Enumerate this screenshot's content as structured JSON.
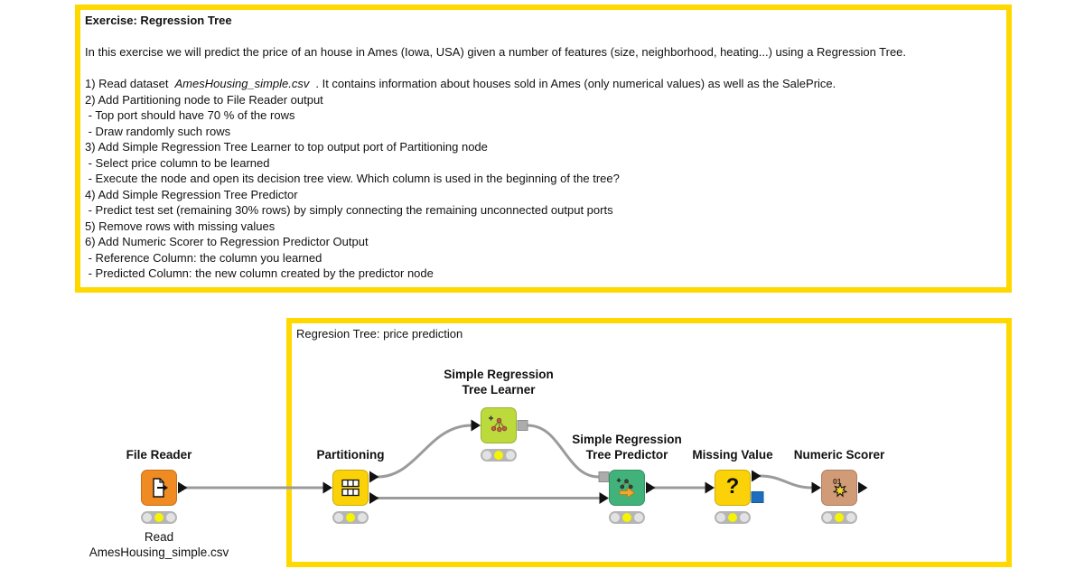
{
  "instructions": {
    "title": "Exercise: Regression Tree",
    "intro": "In this exercise we will predict the price of an house in Ames (Iowa, USA) given a number of features (size, neighborhood, heating...) using a Regression Tree.",
    "dataset_line": {
      "prefix": "1) Read dataset",
      "filename": "AmesHousing_simple.csv",
      "suffix": ". It contains information about houses sold in Ames (only numerical values) as well as the SalePrice."
    },
    "steps": [
      "2) Add Partitioning node to File Reader output",
      " - Top port should have 70 % of the rows",
      " - Draw randomly such rows",
      "3) Add Simple Regression Tree Learner to top output port of Partitioning node",
      " - Select price column to be learned",
      " - Execute the node and open its decision tree view. Which column is used in the beginning of the tree?",
      "4) Add Simple Regression Tree Predictor",
      " - Predict test set (remaining 30% rows) by simply connecting the remaining unconnected output ports",
      "5) Remove rows with missing values",
      "6) Add Numeric Scorer to Regression Predictor Output",
      " - Reference Column: the column you learned",
      " - Predicted Column: the new column created by the predictor node"
    ]
  },
  "workflow": {
    "annotation_label": "Regresion Tree: price prediction",
    "nodes": [
      {
        "label": "File Reader",
        "status": "configured",
        "comment": "Read\nAmesHousing_simple.csv"
      },
      {
        "label": "Partitioning",
        "status": "configured"
      },
      {
        "label": "Simple Regression\nTree Learner",
        "status": "configured"
      },
      {
        "label": "Simple Regression\nTree Predictor",
        "status": "configured"
      },
      {
        "label": "Missing Value",
        "status": "configured"
      },
      {
        "label": "Numeric Scorer",
        "status": "configured"
      }
    ],
    "icons": {
      "file_reader": "document-with-export-arrow",
      "partitioning": "stacked-table-rows",
      "tree_learner": "decision-tree",
      "tree_predictor": "decision-tree-with-arrow",
      "missing_value_glyph": "?",
      "numeric_scorer_glyph": "01",
      "numeric_scorer": "star"
    }
  },
  "colors": {
    "annotation_border": "#FFD800",
    "node_file_reader": "#F08A23",
    "node_partitioning": "#FBD208",
    "node_learner": "#BCDA3C",
    "node_predictor": "#41B27A",
    "node_missing_value": "#FBD208",
    "node_numeric_scorer": "#D19B78",
    "pmml_port_blue": "#1D6EC0",
    "wire_gray": "#9B9B9B",
    "status_yellow": "#F5F402"
  }
}
